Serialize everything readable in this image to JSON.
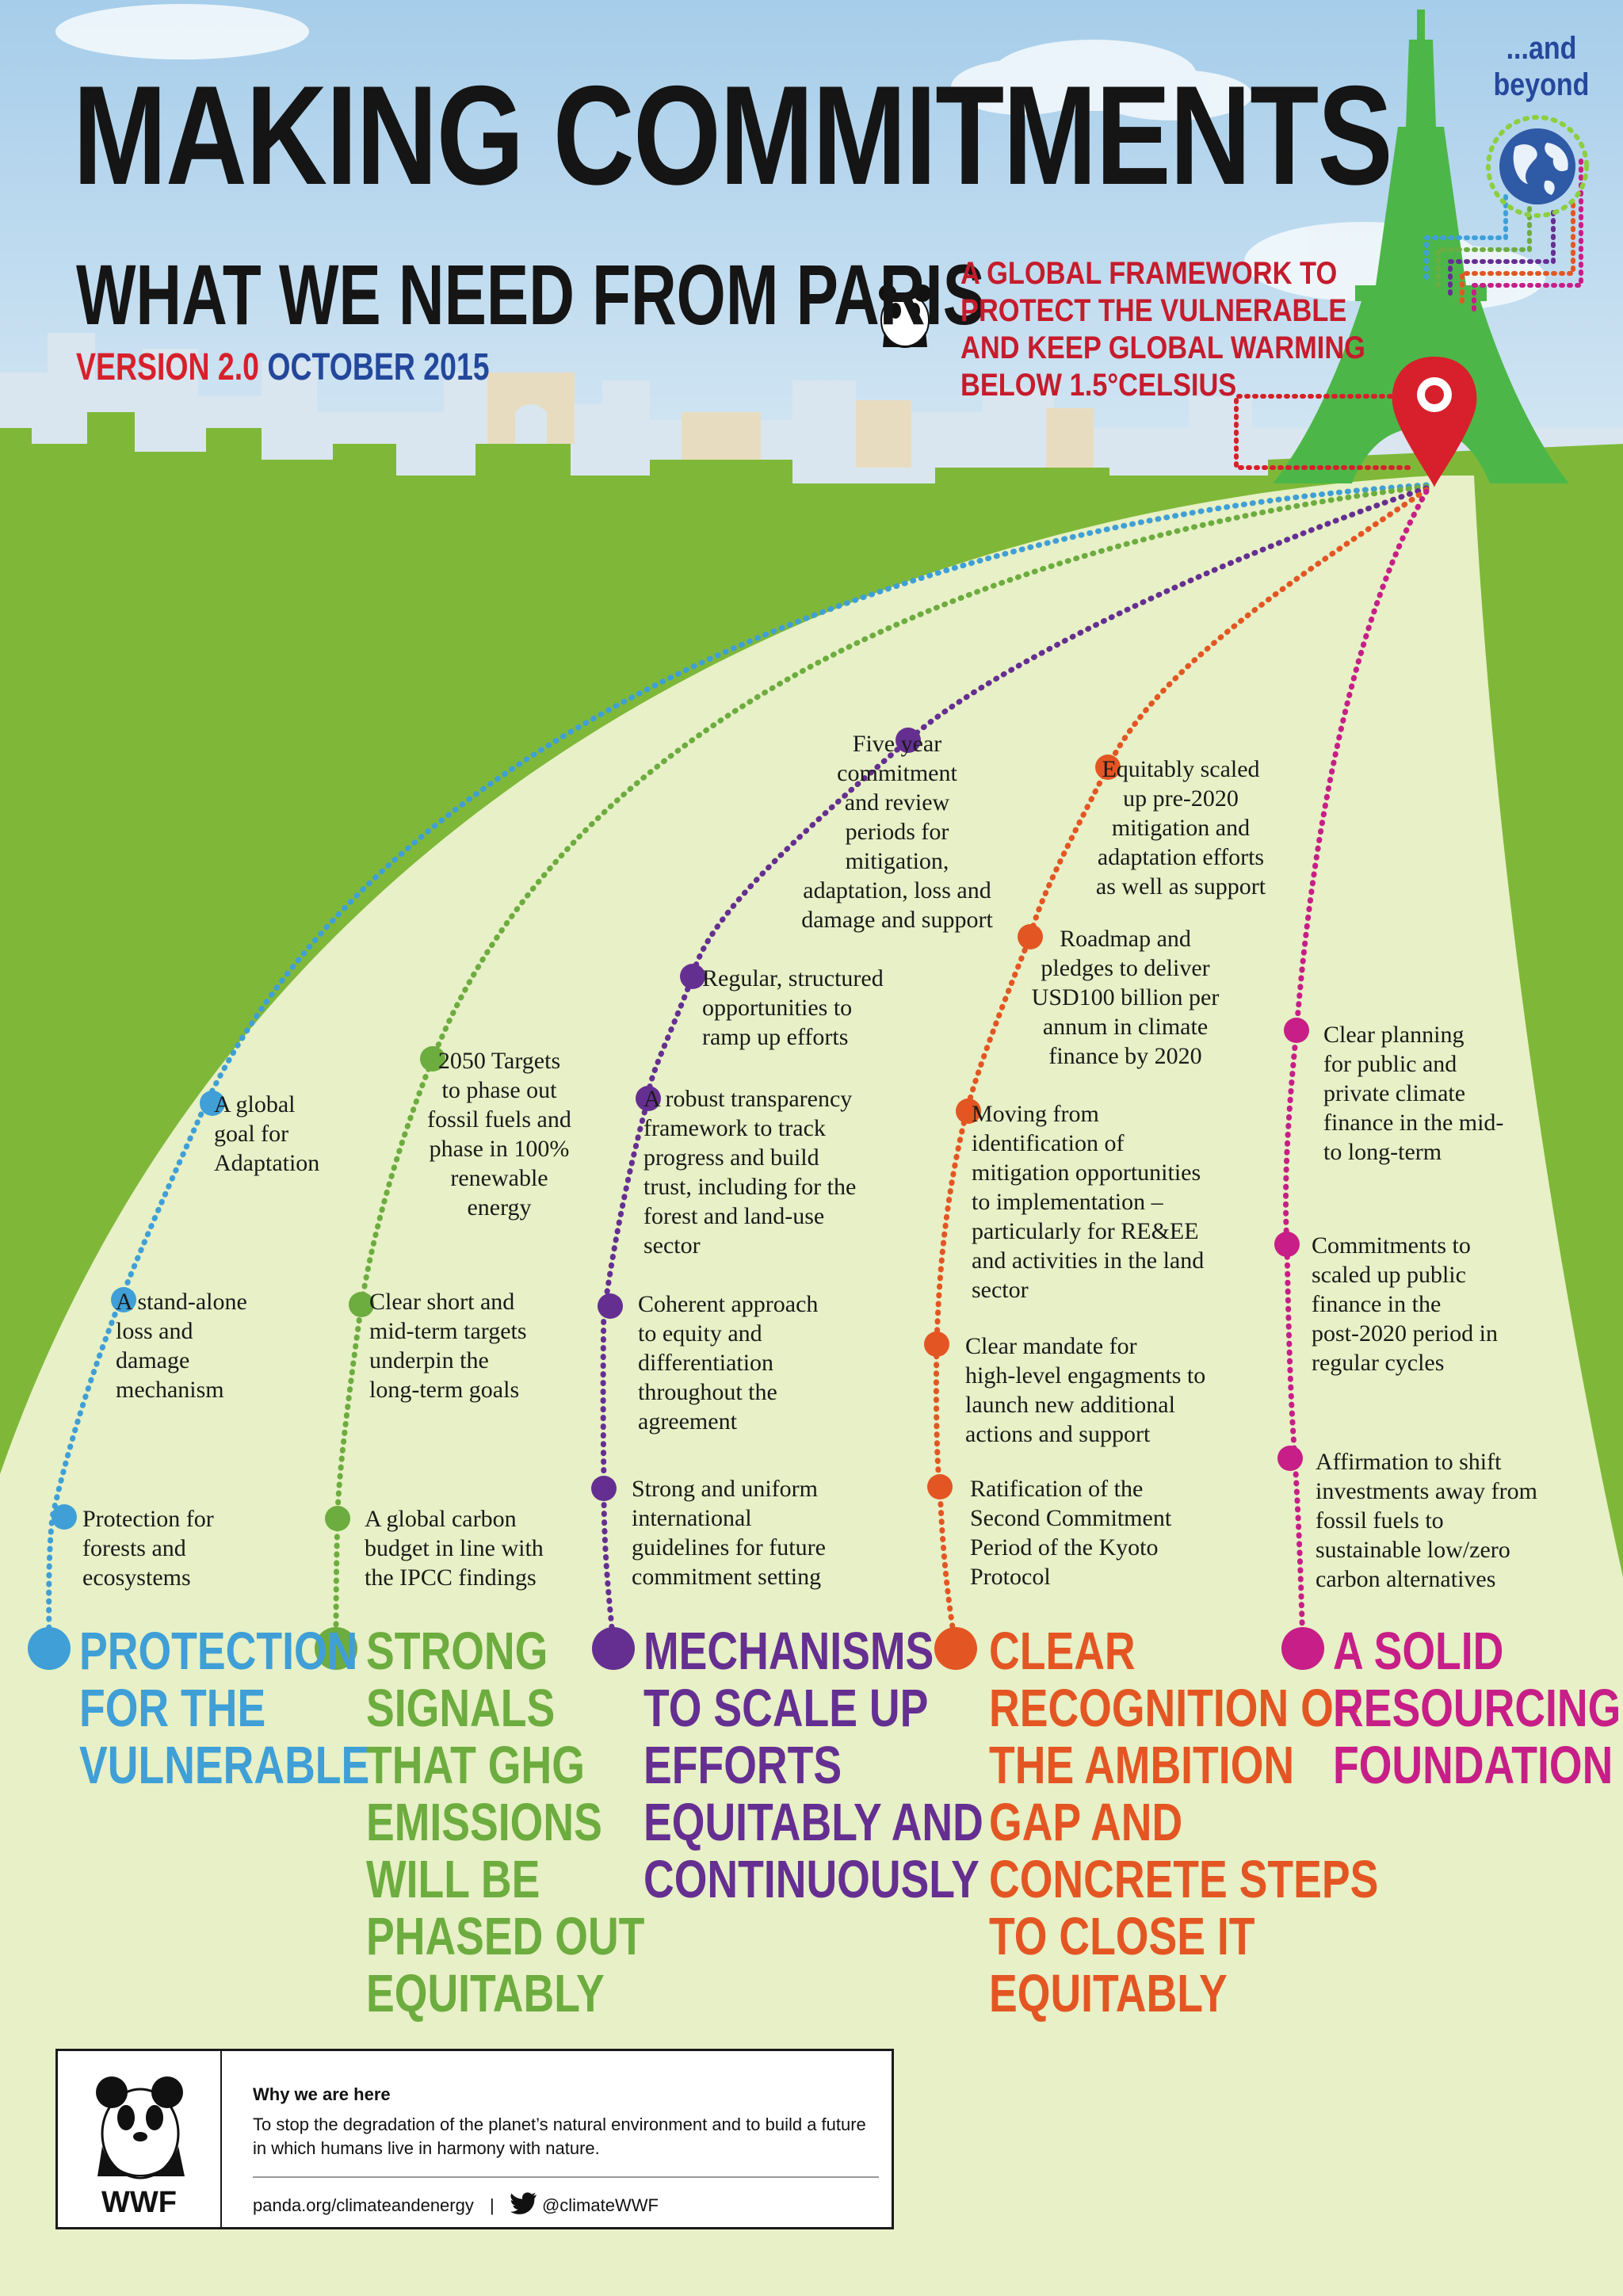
{
  "header": {
    "title": "MAKING COMMITMENTS",
    "subtitle": "WHAT WE NEED FROM PARIS",
    "version": "VERSION 2.0",
    "date": "OCTOBER 2015",
    "framework": "A GLOBAL FRAMEWORK TO PROTECT THE VULNERABLE AND  KEEP GLOBAL WARMING BELOW 1.5°CELSIUS",
    "beyond": "...and beyond"
  },
  "colors": {
    "sky": "#bcd9ee",
    "grass": "#7fb838",
    "road": "#e7f0c6",
    "tower": "#4cb748",
    "pin": "#d7202b",
    "blue": "#3f9fd6",
    "green": "#6dac3f",
    "purple": "#652f91",
    "orange": "#e35623",
    "magenta": "#c71e87"
  },
  "pillars": [
    {
      "key": "blue",
      "heading": "PROTECTION\nFOR THE\nVULNERABLE",
      "items": [
        "A global\ngoal for\nAdaptation",
        "A stand-alone\nloss and\ndamage\nmechanism",
        "Protection for\nforests and\necosystems"
      ]
    },
    {
      "key": "green",
      "heading": "STRONG\nSIGNALS\nTHAT GHG\nEMISSIONS\nWILL BE\nPHASED OUT\nEQUITABLY",
      "items": [
        "2050 Targets\nto phase out\nfossil fuels and\nphase in 100%\nrenewable\nenergy",
        "Clear short and\nmid-term targets\nunderpin the\nlong-term goals",
        "A global carbon\nbudget in line with\nthe IPCC findings"
      ]
    },
    {
      "key": "purple",
      "heading": "MECHANISMS\nTO SCALE UP\nEFFORTS\nEQUITABLY AND\nCONTINUOUSLY",
      "items": [
        "Five year\ncommitment\nand review\nperiods for\nmitigation,\nadaptation, loss and\ndamage and support",
        "Regular, structured\nopportunities to\nramp up efforts",
        "A robust transparency\nframework to track\nprogress and build\ntrust, including for the\nforest and land-use\nsector",
        "Coherent approach\nto equity and\ndifferentiation\nthroughout the\nagreement",
        "Strong and uniform\ninternational\nguidelines for future\ncommitment setting"
      ]
    },
    {
      "key": "orange",
      "heading": "CLEAR\nRECOGNITION OF\nTHE AMBITION\nGAP AND\nCONCRETE STEPS\nTO CLOSE IT\nEQUITABLY",
      "items": [
        "Equitably scaled\nup pre-2020\nmitigation and\nadaptation efforts\nas well as support",
        "Roadmap and\npledges to deliver\nUSD100 billion per\nannum in climate\nfinance by 2020",
        "Moving from\nidentification of\nmitigation opportunities\nto implementation –\nparticularly for RE&EE\nand activities in the land\nsector",
        "Clear mandate for\nhigh-level engagments to\nlaunch new additional\nactions and support",
        "Ratification of the\nSecond Commitment\nPeriod of the Kyoto\nProtocol"
      ]
    },
    {
      "key": "magenta",
      "heading": "A SOLID\nRESOURCING\nFOUNDATION",
      "items": [
        "Clear planning\nfor public and\nprivate climate\nfinance in the mid-\nto long-term",
        "Commitments to\nscaled up public\nfinance in the\npost-2020 period in\nregular cycles",
        "Affirmation to shift\ninvestments away from\nfossil fuels to\nsustainable low/zero\ncarbon alternatives"
      ]
    }
  ],
  "footer": {
    "logo_text": "WWF",
    "why_title": "Why we are here",
    "mission": "To stop the degradation of the planet’s natural environment and to build a future in which humans live in harmony with nature.",
    "website": "panda.org/climateandenergy",
    "separator": "|",
    "twitter": "@climateWWF",
    "icons": [
      "panda-logo-icon",
      "twitter-bird-icon",
      "globe-icon",
      "location-pin-icon",
      "eiffel-tower-icon"
    ]
  }
}
